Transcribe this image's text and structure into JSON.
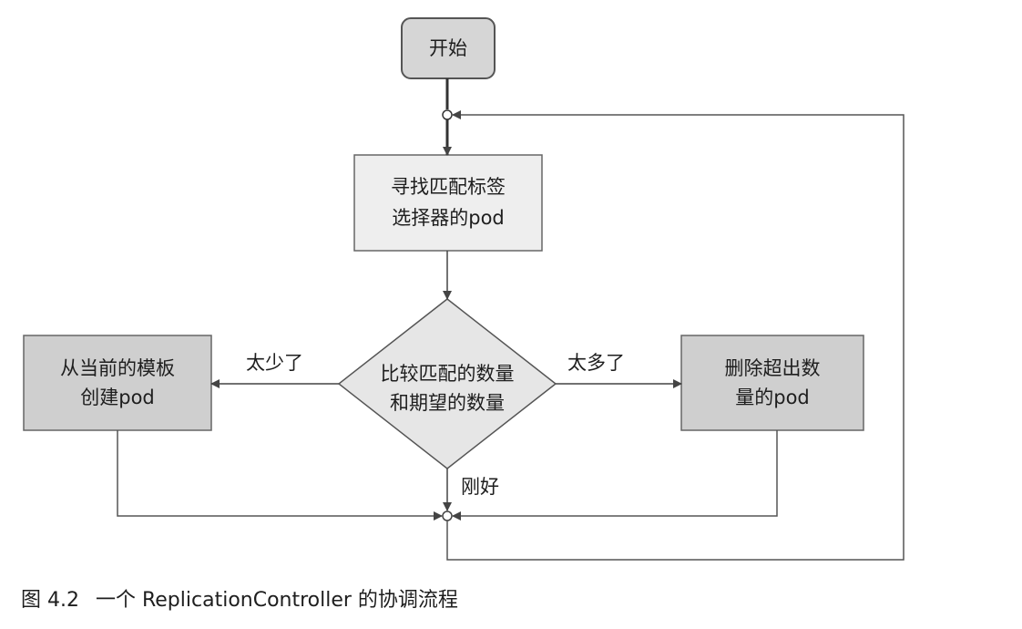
{
  "nodes": {
    "start": "开始",
    "find_line1": "寻找匹配标签",
    "find_line2": "选择器的pod",
    "compare_line1": "比较匹配的数量",
    "compare_line2": "和期望的数量",
    "create_line1": "从当前的模板",
    "create_line2": "创建pod",
    "delete_line1": "删除超出数",
    "delete_line2": "量的pod"
  },
  "edges": {
    "too_few": "太少了",
    "too_many": "太多了",
    "just_right": "刚好"
  },
  "caption": {
    "figure": "图 4.2",
    "title": "一个 ReplicationController 的协调流程"
  },
  "colors": {
    "start_fill": "#d6d6d6",
    "find_fill": "#eeeeee",
    "compare_fill": "#e6e6e6",
    "action_fill": "#cfcfcf",
    "line": "#555555"
  }
}
